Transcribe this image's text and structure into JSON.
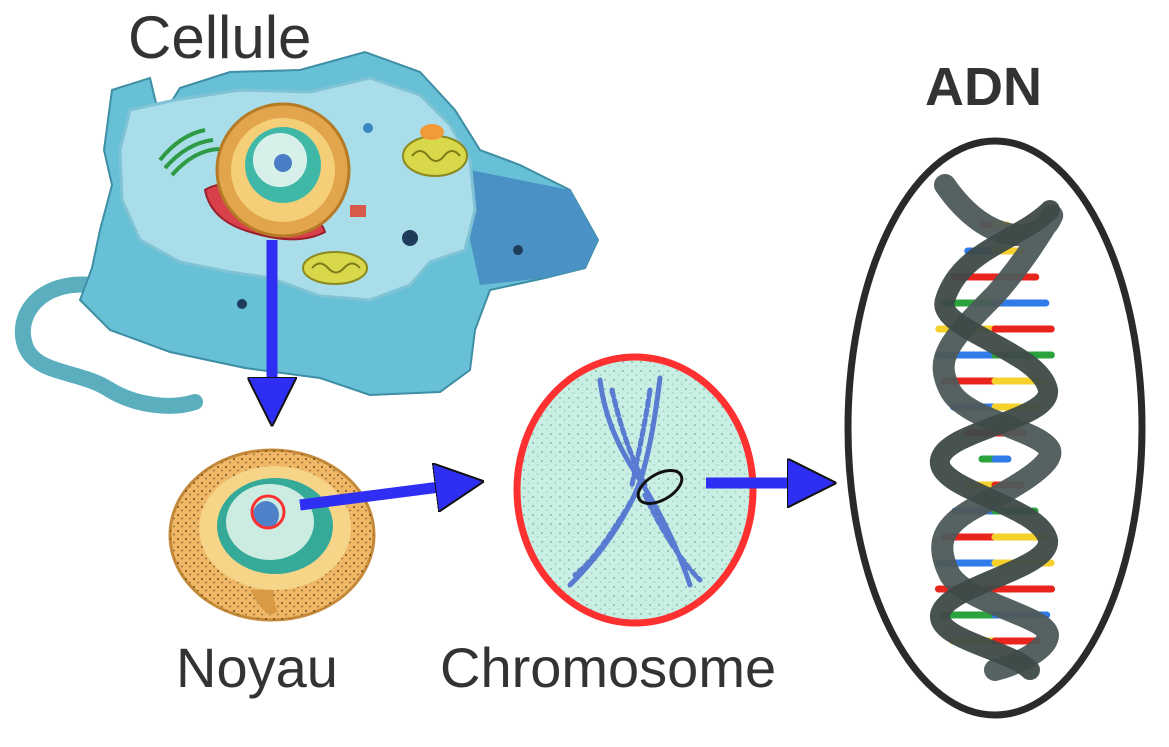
{
  "labels": {
    "cell": "Cellule",
    "nucleus": "Noyau",
    "chromosome": "Chromosome",
    "dna": "ADN"
  },
  "colors": {
    "arrow": "#2f2ff4",
    "highlight_circle": "#ff3030",
    "dna_backbone": "#4d5a58",
    "dna_oval": "#2a2a2a",
    "base_red": "#e8241d",
    "base_yellow": "#f6d12b",
    "base_blue": "#2f7bea",
    "base_green": "#2aa33c"
  },
  "icons": [
    "cell-illustration",
    "nucleus-illustration",
    "chromosome-illustration",
    "dna-double-helix-icon",
    "arrow-icon"
  ]
}
